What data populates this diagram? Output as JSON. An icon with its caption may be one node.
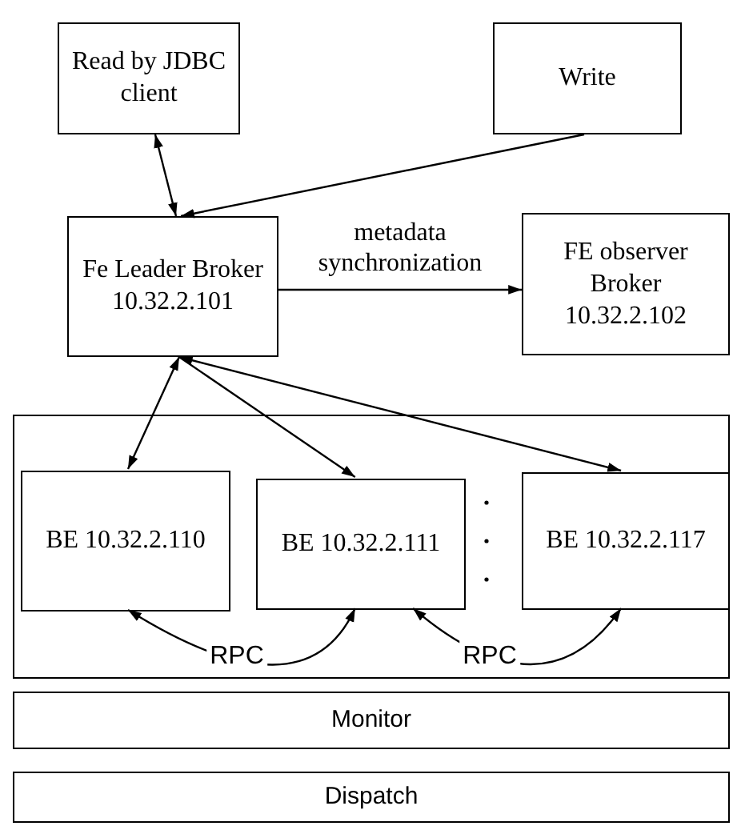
{
  "diagram": {
    "nodes": [
      {
        "text": [
          "Read by JDBC client"
        ]
      },
      {
        "text": [
          "Write"
        ]
      },
      {
        "text": [
          "Fe Leader Broker 10.32.2.101"
        ]
      },
      {
        "text": [
          "FE observer Broker 10.32.2.102"
        ]
      },
      {
        "text": [],
        "shape": "box"
      },
      {
        "text": [
          "BE 10.32.2.110"
        ],
        "in": 4
      },
      {
        "text": [
          "BE 10.32.2.111"
        ],
        "in": 4
      },
      {
        "text": [
          "BE 10.32.2.117"
        ],
        "in": 4
      },
      {
        "text": [
          "Monitor"
        ]
      },
      {
        "text": [
          "Dispatch"
        ]
      }
    ],
    "edges": [
      {
        "from": 0,
        "to": 2,
        "arrow": "both"
      },
      {
        "from": 1,
        "to": 2,
        "arrow": "to"
      },
      {
        "from": 2,
        "to": 3,
        "arrow": "to",
        "label": "metadata synchronization"
      },
      {
        "from": 2,
        "to": 5,
        "arrow": "both"
      },
      {
        "from": 2,
        "to": 6,
        "arrow": "to"
      },
      {
        "from": 2,
        "to": 7,
        "arrow": "both"
      },
      {
        "from": 6,
        "to": 5,
        "arrow": "both",
        "label": "RPC"
      },
      {
        "from": 7,
        "to": 6,
        "arrow": "both",
        "label": "RPC"
      }
    ]
  }
}
